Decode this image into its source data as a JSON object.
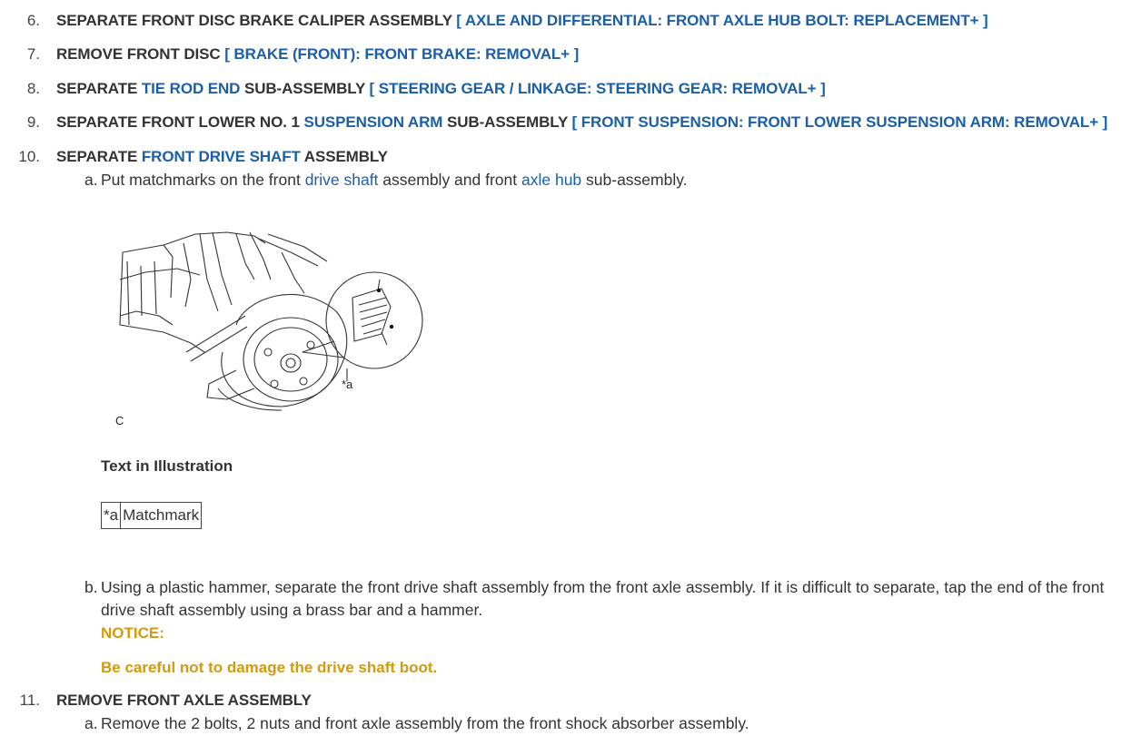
{
  "steps": [
    {
      "num": "6.",
      "parts": [
        {
          "t": "SEPARATE FRONT DISC BRAKE CALIPER ASSEMBLY ",
          "link": false
        },
        {
          "t": "[ AXLE AND DIFFERENTIAL: FRONT AXLE HUB BOLT: REPLACEMENT+ ]",
          "link": true
        }
      ]
    },
    {
      "num": "7.",
      "parts": [
        {
          "t": "REMOVE FRONT DISC ",
          "link": false
        },
        {
          "t": "[ BRAKE (FRONT): FRONT BRAKE: REMOVAL+ ]",
          "link": true
        }
      ]
    },
    {
      "num": "8.",
      "parts": [
        {
          "t": "SEPARATE ",
          "link": false
        },
        {
          "t": "TIE ROD END",
          "link": true
        },
        {
          "t": " SUB-ASSEMBLY ",
          "link": false
        },
        {
          "t": "[ STEERING GEAR / LINKAGE: STEERING GEAR: REMOVAL+ ]",
          "link": true
        }
      ]
    },
    {
      "num": "9.",
      "parts": [
        {
          "t": "SEPARATE FRONT LOWER NO. 1 ",
          "link": false
        },
        {
          "t": "SUSPENSION ARM",
          "link": true
        },
        {
          "t": " SUB-ASSEMBLY ",
          "link": false
        },
        {
          "t": "[ FRONT SUSPENSION: FRONT LOWER SUSPENSION ARM: REMOVAL+ ]",
          "link": true
        }
      ]
    },
    {
      "num": "10.",
      "parts": [
        {
          "t": "SEPARATE ",
          "link": false
        },
        {
          "t": "FRONT DRIVE SHAFT",
          "link": true
        },
        {
          "t": " ASSEMBLY",
          "link": false
        }
      ]
    },
    {
      "num": "11.",
      "parts": [
        {
          "t": "REMOVE FRONT AXLE ASSEMBLY",
          "link": false
        }
      ]
    }
  ],
  "step10": {
    "a": {
      "label": "a.",
      "parts": [
        {
          "t": "Put matchmarks on the front ",
          "link": false
        },
        {
          "t": "drive shaft",
          "link": true
        },
        {
          "t": " assembly and front ",
          "link": false
        },
        {
          "t": "axle hub",
          "link": true
        },
        {
          "t": " sub-assembly.",
          "link": false
        }
      ]
    },
    "figure": {
      "callout": "*a",
      "code": "C"
    },
    "text_in_illustration_title": "Text in Illustration",
    "legend": [
      {
        "key": "*a",
        "value": "Matchmark"
      }
    ],
    "b": {
      "label": "b.",
      "text": "Using a plastic hammer, separate the front drive shaft assembly from the front axle assembly. If it is difficult to separate, tap the end of the front drive shaft assembly using a brass bar and a hammer."
    },
    "notice_label": "NOTICE:",
    "notice_text": "Be careful not to damage the drive shaft boot."
  },
  "step11": {
    "a": {
      "label": "a.",
      "text": "Remove the 2 bolts, 2 nuts and front axle assembly from the front shock absorber assembly."
    }
  },
  "colors": {
    "link": "#1a5fa8",
    "notice": "#d39a0b",
    "text": "#333333"
  }
}
